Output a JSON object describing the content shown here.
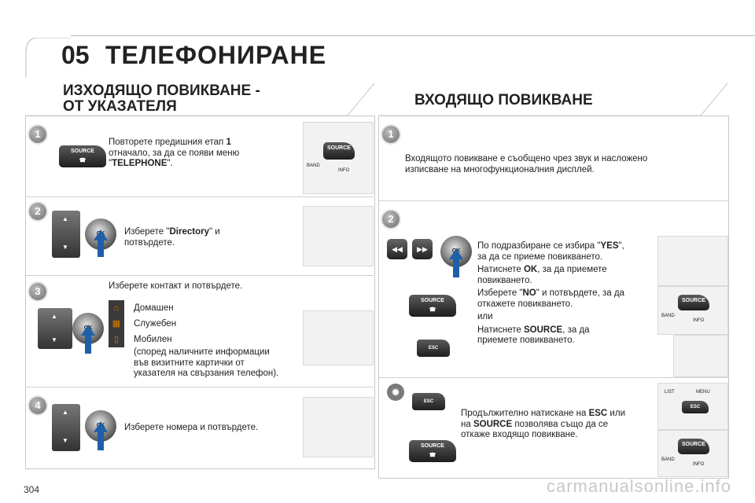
{
  "chapter": {
    "number": "05",
    "title": "ТЕЛЕФОНИРАНЕ"
  },
  "left_section": {
    "title_line1": "ИЗХОДЯЩО ПОВИКВАНЕ -",
    "title_line2": "ОТ УКАЗАТЕЛЯ",
    "steps": [
      {
        "num": "1",
        "line1": "Повторете предишния етап ",
        "line1_bold": "1",
        "line2": "отначало, за да се появи меню",
        "line3_pre": "\"",
        "line3_bold": "TELEPHONE",
        "line3_post": "\"."
      },
      {
        "num": "2",
        "line1_pre": "Изберете \"",
        "line1_bold": "Directory",
        "line1_post": "\" и",
        "line2": "потвърдете."
      },
      {
        "num": "3",
        "intro": "Изберете контакт и потвърдете.",
        "options": [
          "Домашен",
          "Служебен",
          "Мобилен"
        ],
        "note": [
          "(според наличните информации",
          "във визитните картички от",
          "указателя на свързания телефон)."
        ]
      },
      {
        "num": "4",
        "line1": "Изберете номера и потвърдете."
      }
    ]
  },
  "right_section": {
    "title": "ВХОДЯЩО ПОВИКВАНЕ",
    "steps": [
      {
        "num": "1",
        "line1": "Входящото повикване е съобщено чрез звук и насложено",
        "line2": "изписване на многофункционалния дисплей."
      },
      {
        "num": "2",
        "p1_pre": "По подразбиране се избира \"",
        "p1_bold": "YES",
        "p1_post": "\",",
        "p1_line2": "за да се приеме повикването.",
        "p2_pre": "Натиснете ",
        "p2_bold": "OK",
        "p2_post": ", за да приемете",
        "p2_line2": "повикването.",
        "p3_pre": "Изберете \"",
        "p3_bold": "NO",
        "p3_post": "\" и потвърдете, за да",
        "p3_line2": "откажете повикването.",
        "p4": "или",
        "p5_pre": "Натиснете ",
        "p5_bold": "SOURCE",
        "p5_post": ", за да",
        "p5_line2": "приемете повикването."
      },
      {
        "num": "",
        "p1_pre": "Продължително натискане на ",
        "p1_bold": "ESC",
        "p1_post": " или",
        "p2_pre": "на ",
        "p2_bold": "SOURCE",
        "p2_post": " позволява също да се",
        "p3": "откаже входящо повикване."
      }
    ]
  },
  "labels": {
    "source": "SOURCE",
    "ok": "OK",
    "esc": "ESC",
    "band": "BAND",
    "info": "INFO",
    "list": "LIST",
    "menu": "MENU"
  },
  "page_number": "304",
  "watermark": "carmanualsonline.info",
  "colors": {
    "arrow": "#1f5fa8",
    "badge": "#7a7a7a",
    "home_icon": "#e07b00"
  }
}
